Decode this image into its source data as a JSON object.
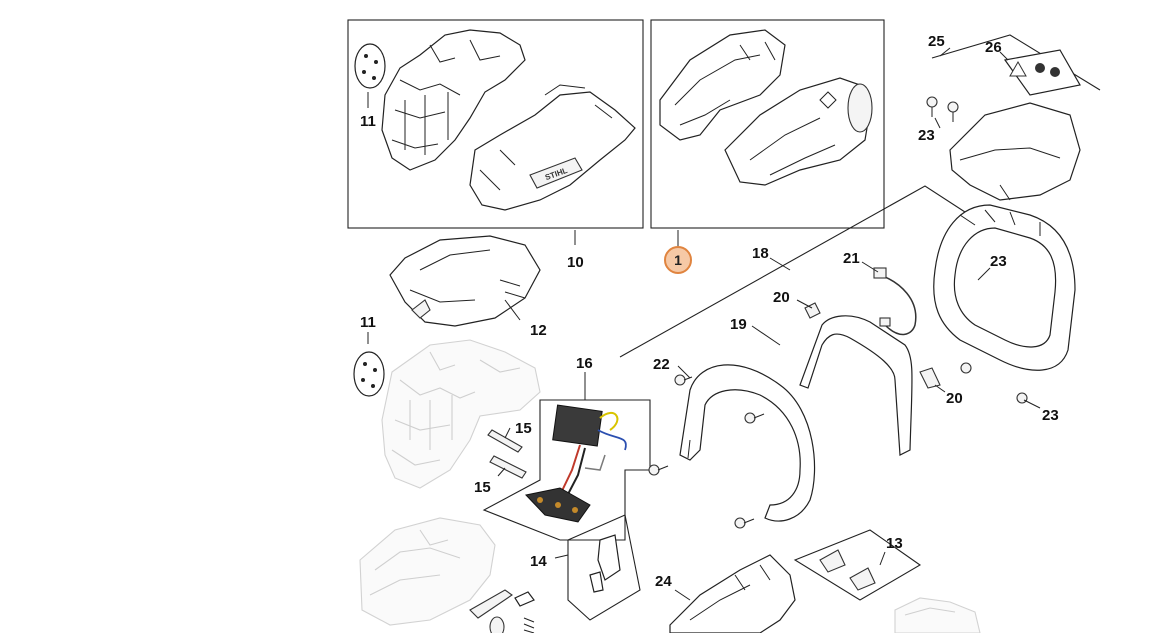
{
  "diagram": {
    "highlighted_callout": "1",
    "highlight_color": "#f6c9a6",
    "highlight_stroke": "#e0843f",
    "callouts": {
      "c10": "10",
      "c11a": "11",
      "c11b": "11",
      "c12": "12",
      "c13": "13",
      "c14": "14",
      "c15a": "15",
      "c15b": "15",
      "c16": "16",
      "c18": "18",
      "c19": "19",
      "c20a": "20",
      "c20b": "20",
      "c21": "21",
      "c22": "22",
      "c23a": "23",
      "c23b": "23",
      "c23c": "23",
      "c24": "24",
      "c25": "25",
      "c26": "26"
    },
    "brand_text": "STIHL"
  }
}
